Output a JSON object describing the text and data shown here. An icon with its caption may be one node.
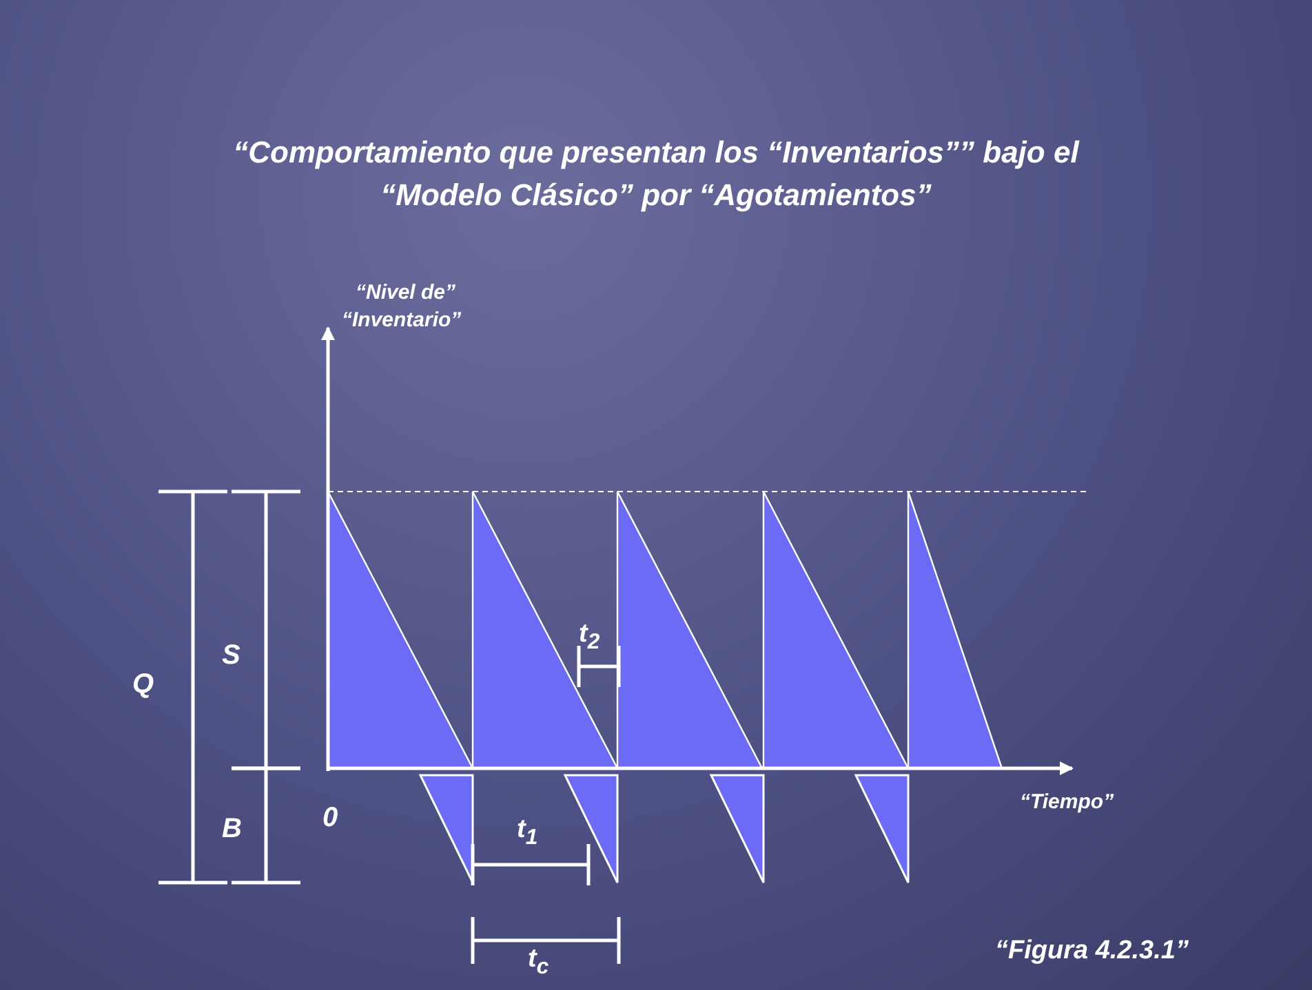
{
  "diagram": {
    "title": "“Comportamiento que presentan los “Inventarios”” bajo el “Modelo Clásico”  por “Agotamientos”",
    "labels": [
      "“Nivel de”",
      "“Inventario”",
      "Q",
      "S",
      "B",
      "0",
      "t$_{2}$",
      "t$_{1}$",
      "t$_{c}$",
      "“Tiempo”"
    ],
    "caption": "“Figura 4.2.3.1”"
  }
}
